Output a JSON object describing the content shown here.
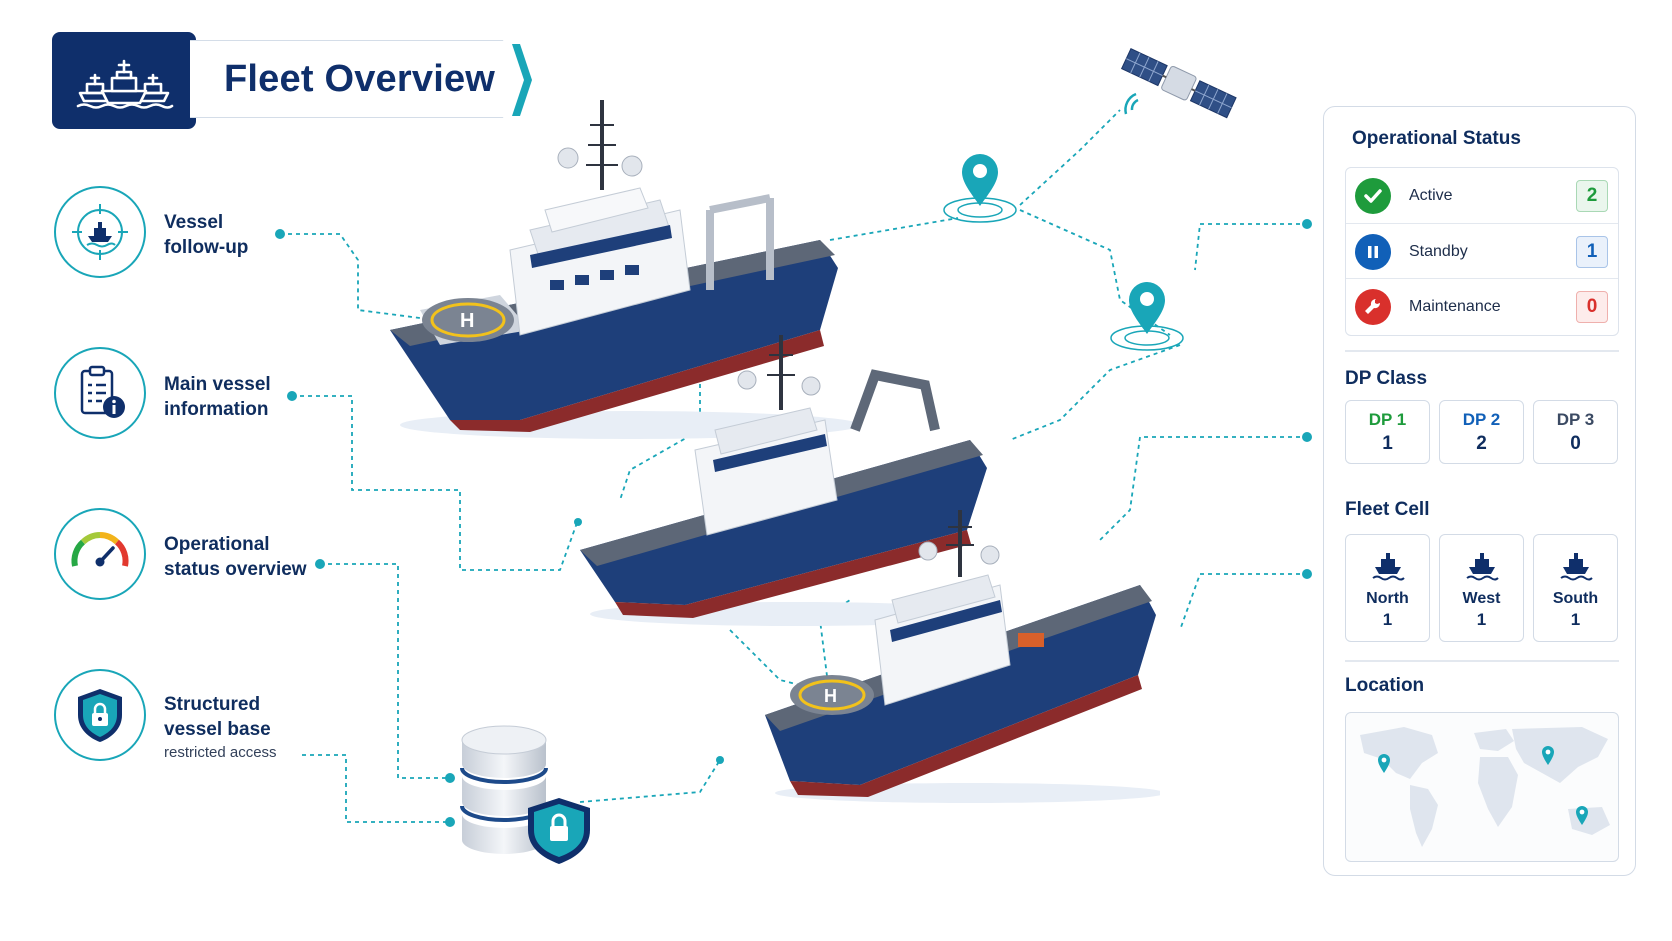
{
  "header": {
    "title": "Fleet Overview",
    "logo_icon": "fleet-ships-icon"
  },
  "features": [
    {
      "label_line1": "Vessel",
      "label_line2": "follow-up",
      "sub": "",
      "icon": "vessel-target-icon"
    },
    {
      "label_line1": "Main vessel",
      "label_line2": "information",
      "sub": "",
      "icon": "clipboard-info-icon"
    },
    {
      "label_line1": "Operational",
      "label_line2": "status overview",
      "sub": "",
      "icon": "gauge-icon"
    },
    {
      "label_line1": "Structured",
      "label_line2": "vessel base",
      "sub": "restricted access",
      "icon": "shield-lock-icon"
    }
  ],
  "panel": {
    "operational_status": {
      "title": "Operational Status",
      "items": [
        {
          "label": "Active",
          "count": "2",
          "icon": "check-icon",
          "color": "#1e9b3c"
        },
        {
          "label": "Standby",
          "count": "1",
          "icon": "pause-icon",
          "color": "#1160b8"
        },
        {
          "label": "Maintenance",
          "count": "0",
          "icon": "wrench-icon",
          "color": "#d9302c"
        }
      ]
    },
    "dp_class": {
      "title": "DP Class",
      "items": [
        {
          "name": "DP 1",
          "value": "1",
          "color": "#1e9b3c"
        },
        {
          "name": "DP 2",
          "value": "2",
          "color": "#1160b8"
        },
        {
          "name": "DP 3",
          "value": "0",
          "color": "#3b4a63"
        }
      ]
    },
    "fleet_cell": {
      "title": "Fleet Cell",
      "items": [
        {
          "name": "North",
          "value": "1",
          "icon": "ship-icon"
        },
        {
          "name": "West",
          "value": "1",
          "icon": "ship-icon"
        },
        {
          "name": "South",
          "value": "1",
          "icon": "ship-icon"
        }
      ]
    },
    "location": {
      "title": "Location"
    }
  },
  "colors": {
    "navy": "#0f2f6b",
    "teal": "#19a6b8",
    "hull_blue": "#1e3f7a"
  }
}
